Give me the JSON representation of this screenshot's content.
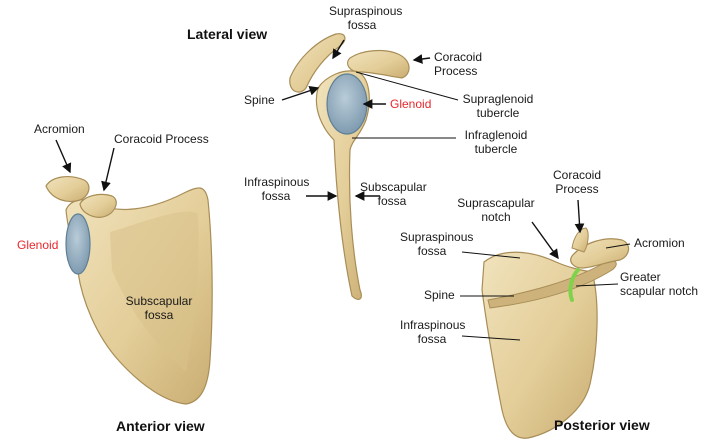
{
  "colors": {
    "bone": "#e8d5a6",
    "bone_shade": "#c9b078",
    "bone_edge": "#a88d57",
    "glenoid": "#93abbd",
    "glenoid_edge": "#5f7f95",
    "label_red": "#e8262b",
    "notch_green": "#7fd34a"
  },
  "views": {
    "lateral": {
      "title": "Lateral view",
      "supraspinous_fossa": "Supraspinous fossa",
      "coracoid_process": "Coracoid Process",
      "spine": "Spine",
      "glenoid": "Glenoid",
      "supraglenoid_tubercle": "Supraglenoid tubercle",
      "infraglenoid_tubercle": "Infraglenoid tubercle",
      "infraspinous_fossa": "Infraspinous fossa",
      "subscapular_fossa": "Subscapular fossa"
    },
    "anterior": {
      "title": "Anterior view",
      "acromion": "Acromion",
      "coracoid_process": "Coracoid Process",
      "glenoid": "Glenoid",
      "subscapular_fossa": "Subscapular fossa"
    },
    "posterior": {
      "title": "Posterior view",
      "coracoid_process": "Coracoid Process",
      "suprascapular_notch": "Suprascapular notch",
      "supraspinous_fossa": "Supraspinous fossa",
      "acromion": "Acromion",
      "greater_scapular_notch": "Greater scapular notch",
      "spine": "Spine",
      "infraspinous_fossa": "Infraspinous fossa"
    }
  }
}
